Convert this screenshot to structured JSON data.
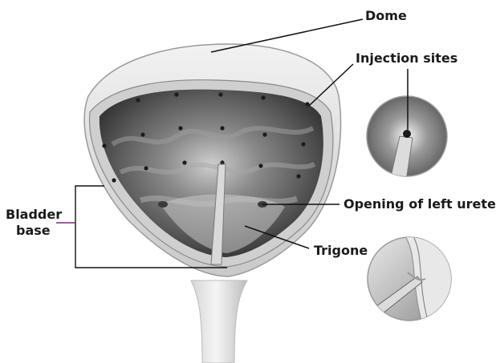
{
  "labels": {
    "dome": "Dome",
    "injection_sites": "Injection sites",
    "opening_left_ureter": "Opening of left ureter",
    "trigone": "Trigone",
    "bladder_base_line1": "Bladder",
    "bladder_base_line2": "base"
  },
  "colors": {
    "text": "#1a1a1a",
    "leader_line": "#111111",
    "bladder_base_accent": "#7a2a7a",
    "bladder_wall": "#d8d8d8",
    "interior_dark": "#3a3a3a",
    "interior_light": "#bdbdbd"
  }
}
